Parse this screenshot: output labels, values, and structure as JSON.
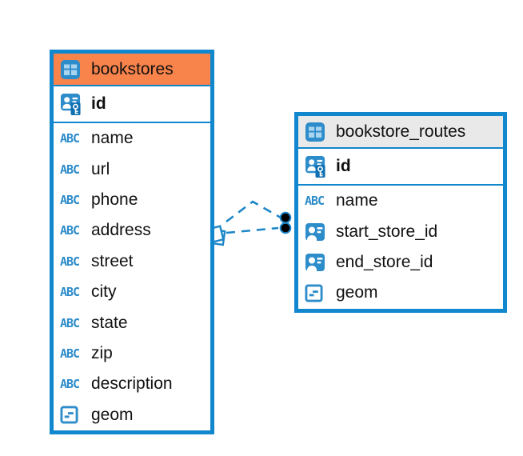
{
  "diagram": {
    "tables": [
      {
        "name": "bookstores",
        "header_state": "selected",
        "columns": [
          {
            "name": "id",
            "type": "primary-key"
          },
          {
            "name": "name",
            "type": "text"
          },
          {
            "name": "url",
            "type": "text"
          },
          {
            "name": "phone",
            "type": "text"
          },
          {
            "name": "address",
            "type": "text"
          },
          {
            "name": "street",
            "type": "text"
          },
          {
            "name": "city",
            "type": "text"
          },
          {
            "name": "state",
            "type": "text"
          },
          {
            "name": "zip",
            "type": "text"
          },
          {
            "name": "description",
            "type": "text"
          },
          {
            "name": "geom",
            "type": "geometry"
          }
        ]
      },
      {
        "name": "bookstore_routes",
        "header_state": "normal",
        "columns": [
          {
            "name": "id",
            "type": "primary-key"
          },
          {
            "name": "name",
            "type": "text"
          },
          {
            "name": "start_store_id",
            "type": "foreign-key"
          },
          {
            "name": "end_store_id",
            "type": "foreign-key"
          },
          {
            "name": "geom",
            "type": "geometry"
          }
        ]
      }
    ],
    "connectors": [
      {
        "from": "bookstores",
        "to": "bookstore_routes",
        "style": "dashed"
      },
      {
        "from": "bookstores",
        "to": "bookstore_routes",
        "style": "dashed"
      }
    ],
    "colors": {
      "table_border_blue": "#1187cd",
      "selected_header_orange": "#f8834b",
      "header_gray": "#e9e9e9",
      "icon_blue": "#2d8cca",
      "connector_blue": "#1b86c8"
    }
  },
  "icons": {
    "text_label": "ABC"
  }
}
